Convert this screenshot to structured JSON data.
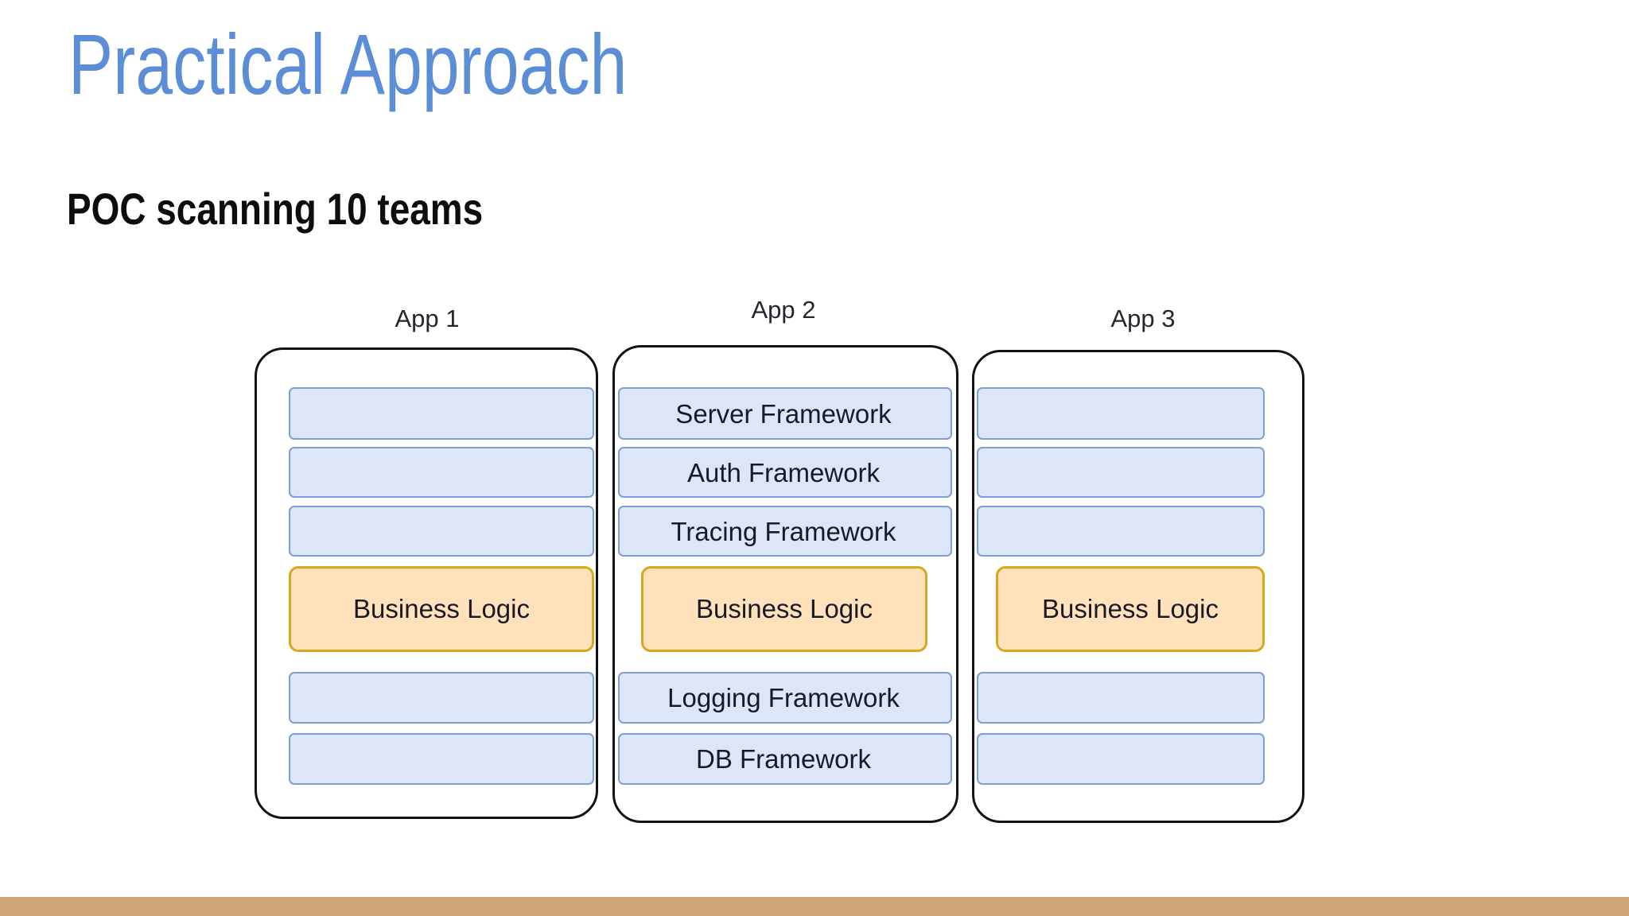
{
  "slide": {
    "title": "Practical Approach",
    "subtitle": "POC scanning 10 teams",
    "title_color": "#5b8ed6",
    "subtitle_color": "#0d0d0d",
    "footer_color": "#d0a777"
  },
  "diagram": {
    "type": "layered-stack",
    "apps": [
      {
        "label": "App 1"
      },
      {
        "label": "App 2"
      },
      {
        "label": "App 3"
      }
    ],
    "shared_layers": [
      {
        "label": "Server Framework"
      },
      {
        "label": "Auth Framework"
      },
      {
        "label": "Tracing Framework"
      },
      {
        "label": "Logging Framework"
      },
      {
        "label": "DB Framework"
      }
    ],
    "per_app_layer": {
      "label": "Business Logic",
      "fill": "#ffe2bb",
      "stroke": "#d6a81e"
    },
    "shared_layer_style": {
      "fill": "#dce6f8",
      "stroke": "#7d9fd1"
    },
    "business_logic_boxes": [
      {
        "label": "Business Logic"
      },
      {
        "label": "Business Logic"
      },
      {
        "label": "Business Logic"
      }
    ]
  }
}
